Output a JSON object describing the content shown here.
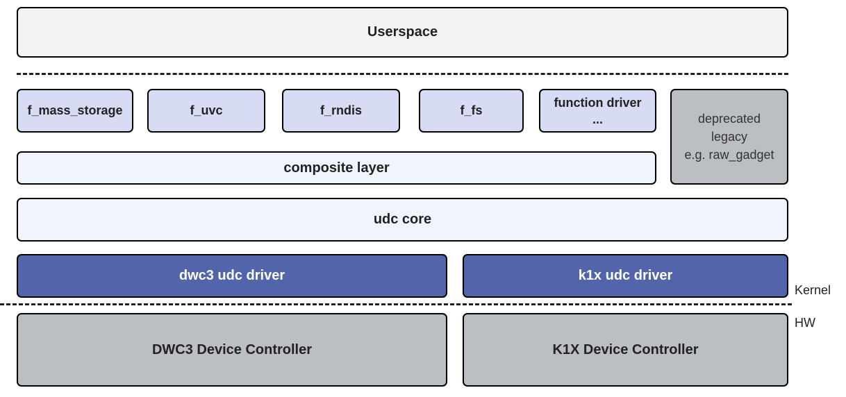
{
  "userspace": {
    "label": "Userspace"
  },
  "functions": [
    {
      "label": "f_mass_storage"
    },
    {
      "label": "f_uvc"
    },
    {
      "label": "f_rndis"
    },
    {
      "label": "f_fs"
    }
  ],
  "function_driver": {
    "line1": "function driver",
    "line2": "..."
  },
  "legacy": {
    "line1": "deprecated",
    "line2": "legacy",
    "line3": "e.g. raw_gadget"
  },
  "composite": {
    "label": "composite layer"
  },
  "udc_core": {
    "label": "udc core"
  },
  "drivers": [
    {
      "label": "dwc3 udc driver"
    },
    {
      "label": "k1x udc driver"
    }
  ],
  "hardware": [
    {
      "label": "DWC3 Device Controller"
    },
    {
      "label": "K1X Device Controller"
    }
  ],
  "boundaries": {
    "kernel": "Kernel",
    "hw": "HW"
  },
  "colors": {
    "function_fill": "#d7dcf4",
    "layer_fill": "#f0f4fc",
    "driver_fill": "#5265aa",
    "hardware_fill": "#bbbec3",
    "userspace_fill": "#f3f3f3"
  }
}
